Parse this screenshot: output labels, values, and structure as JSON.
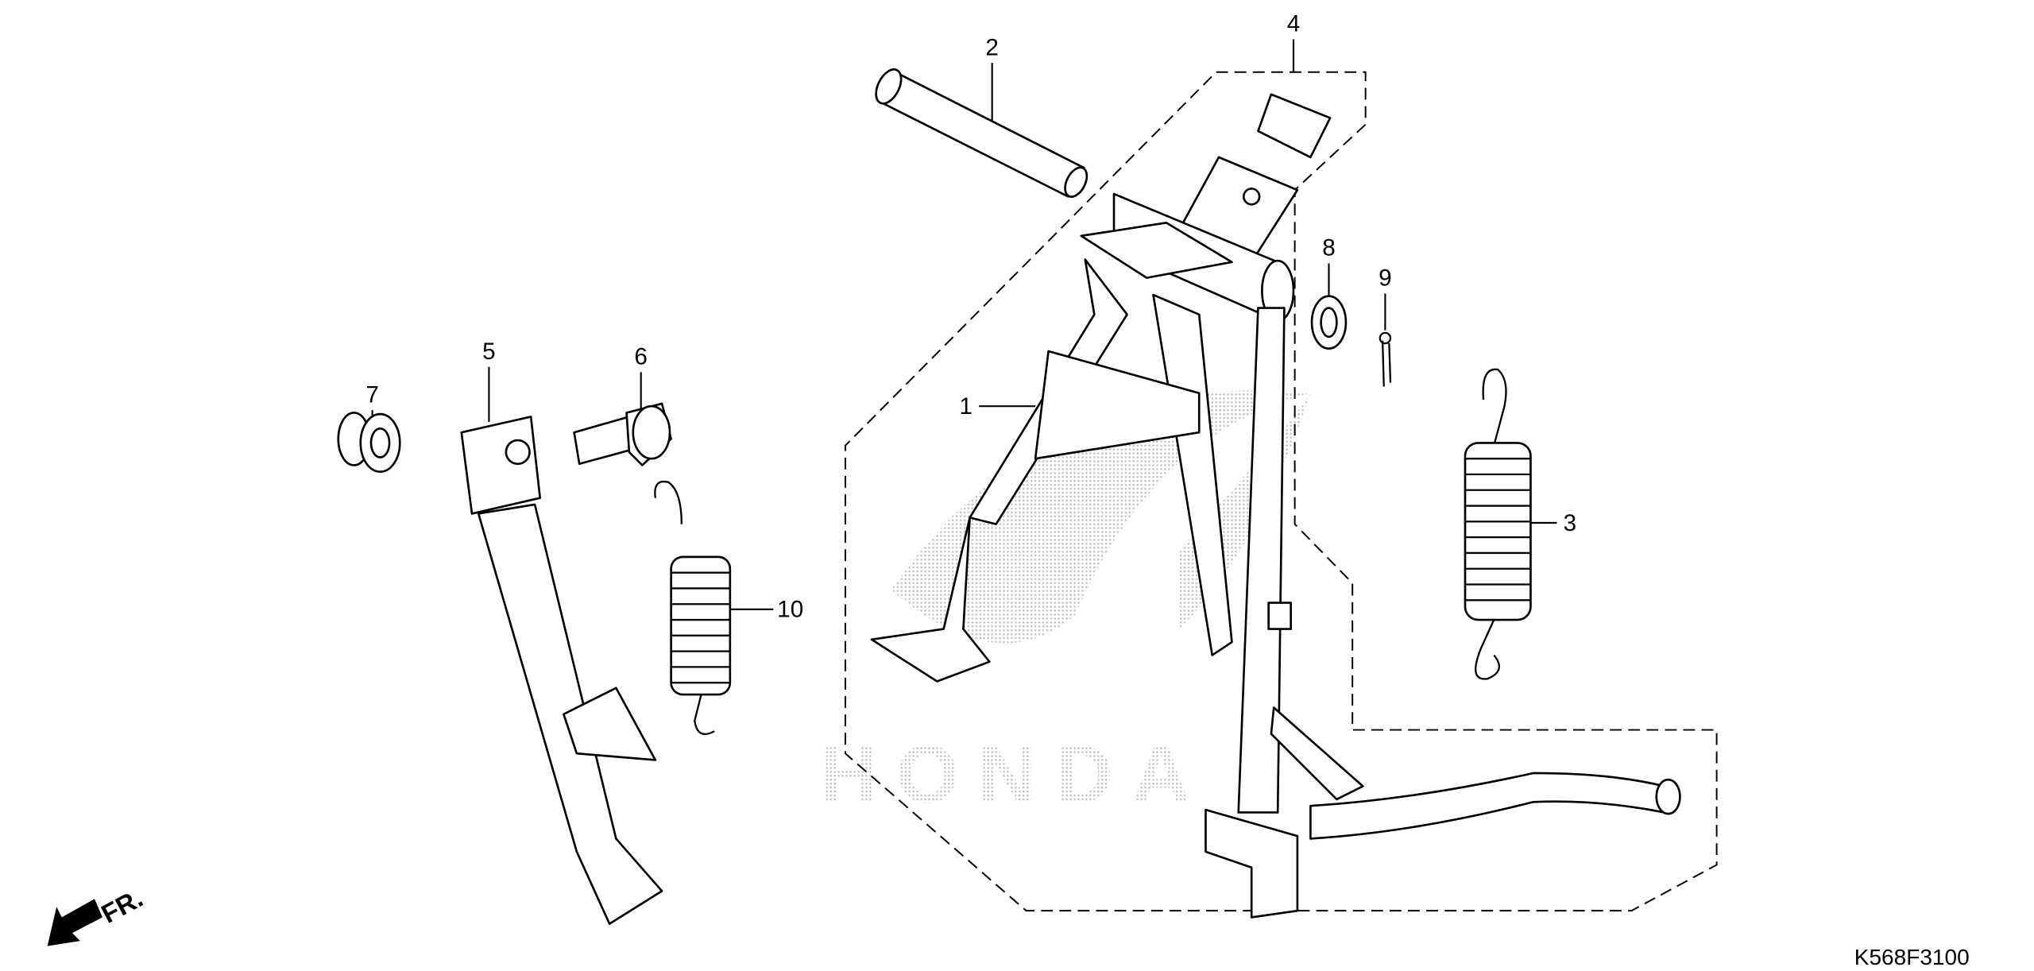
{
  "diagram": {
    "brand_watermark": "HONDA",
    "diagram_code": "K568F3100",
    "direction_indicator": "FR.",
    "callouts": [
      {
        "number": "1"
      },
      {
        "number": "2"
      },
      {
        "number": "3"
      },
      {
        "number": "4"
      },
      {
        "number": "5"
      },
      {
        "number": "6"
      },
      {
        "number": "7"
      },
      {
        "number": "8"
      },
      {
        "number": "9"
      },
      {
        "number": "10"
      }
    ]
  }
}
